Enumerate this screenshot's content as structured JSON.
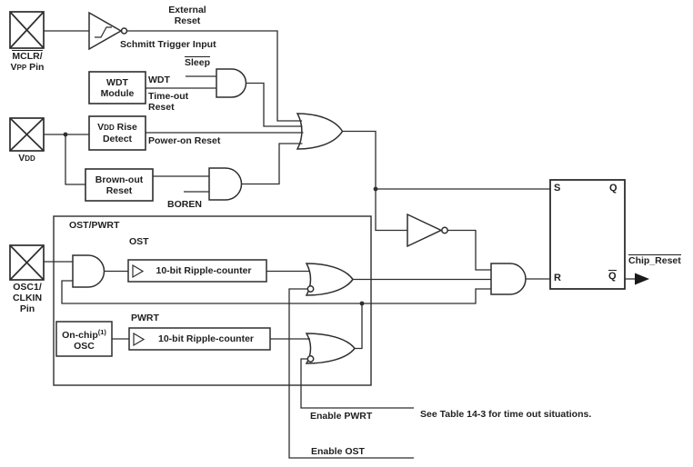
{
  "labels": {
    "external_reset_line1": "External",
    "external_reset_line2": "Reset",
    "schmitt_trigger": "Schmitt Trigger Input",
    "mclr_line1": "MCLR/",
    "mclr_v": "V",
    "mclr_sub": "PP",
    "mclr_rest": " Pin",
    "sleep": "Sleep",
    "wdt_box_line1": "WDT",
    "wdt_box_line2": "Module",
    "wdt_signal": "WDT",
    "wdt_signal2": "Time-out",
    "wdt_signal3": "Reset",
    "vdd_rise_v": "V",
    "vdd_rise_sub": "DD",
    "vdd_rise_rest": " Rise",
    "vdd_rise_line2": "Detect",
    "power_on_reset": "Power-on Reset",
    "vdd_v": "V",
    "vdd_sub": "DD",
    "brown_out_line1": "Brown-out",
    "brown_out_line2": "Reset",
    "boren": "BOREN",
    "ost_pwrt_title": "OST/PWRT",
    "ost": "OST",
    "ripple1": "10-bit Ripple-counter",
    "pwrt": "PWRT",
    "onchip_base": "On-chip",
    "onchip_sup": "(1)",
    "onchip_line2": "OSC",
    "ripple2": "10-bit Ripple-counter",
    "osc1_line1": "OSC1/",
    "osc1_line2": "CLKIN",
    "osc1_line3": "Pin",
    "enable_pwrt": "Enable PWRT",
    "see_table": "See Table 14-3 for time out situations.",
    "enable_ost": "Enable OST",
    "ff_s": "S",
    "ff_q": "Q",
    "ff_r": "R",
    "ff_qbar": "Q",
    "chip_reset": "Chip_Reset"
  },
  "colors": {
    "line": "#2e2e2e",
    "text": "#1f1f1f",
    "background": "#ffffff"
  }
}
